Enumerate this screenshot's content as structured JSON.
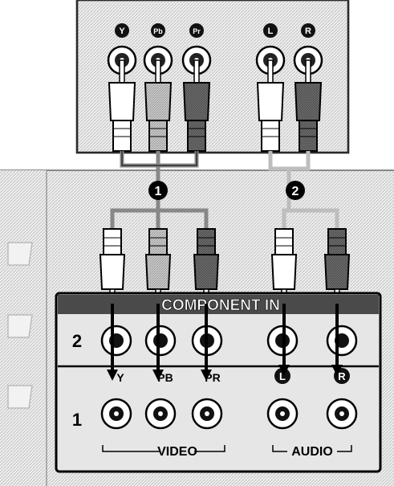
{
  "source_device": {
    "jack_labels": [
      "Y",
      "Pb",
      "Pr",
      "L",
      "R"
    ]
  },
  "callouts": [
    "1",
    "2"
  ],
  "panel": {
    "title": "COMPONENT IN",
    "row_labels": [
      "2",
      "1"
    ],
    "video_label": "VIDEO",
    "audio_label": "AUDIO",
    "jack_labels": [
      "Y",
      "PB",
      "PR",
      "L",
      "R"
    ]
  },
  "colors": {
    "outline": "#000000",
    "hatch_light": "#d9d9d9",
    "hatch_dark": "#7a7a7a",
    "panel_body": "#e4e4e4",
    "cable_gray": "#888888"
  }
}
